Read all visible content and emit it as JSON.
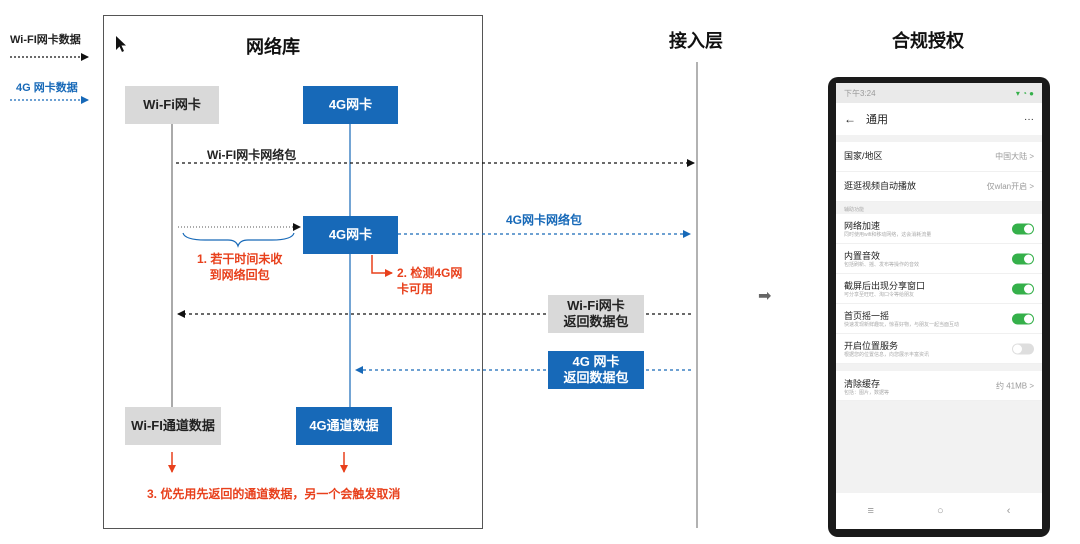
{
  "legend": {
    "wifi_label": "Wi-FI网卡数据",
    "g4_label": "4G 网卡数据",
    "wifi_color": "#111111",
    "g4_color": "#1769b8"
  },
  "titles": {
    "network_lib": "网络库",
    "access_layer": "接入层",
    "compliance": "合规授权"
  },
  "nodes": {
    "wifi_card": "Wi-Fi网卡",
    "g4_card_top": "4G网卡",
    "g4_card_mid": "4G网卡",
    "wifi_return": "Wi-Fi网卡\n返回数据包",
    "g4_return": "4G 网卡\n返回数据包",
    "wifi_channel": "Wi-FI通道数据",
    "g4_channel": "4G通道数据"
  },
  "flows": {
    "wifi_packet": "Wi-FI网卡网络包",
    "g4_packet": "4G网卡网络包"
  },
  "steps": {
    "step1": "1. 若干时间未收\n到网络回包",
    "step2": "2. 检测4G网\n卡可用",
    "step3": "3. 优先用先返回的通道数据，另一个会触发取消"
  },
  "arrow_glyph": "➡",
  "phone": {
    "status_time": "下午3:24",
    "status_icons": "▾ ◔ ●",
    "back_icon": "←",
    "title": "通用",
    "more_icon": "···",
    "section_label": "辅助功能",
    "rows_top": [
      {
        "label": "国家/地区",
        "value": "中国大陆 >"
      },
      {
        "label": "逛逛视频自动播放",
        "value": "仅wlan开启 >"
      }
    ],
    "rows_toggle": [
      {
        "label": "网络加速",
        "desc": "同时使用wifi和移动网络，这会消耗流量",
        "on": true,
        "highlight": true
      },
      {
        "label": "内置音效",
        "desc": "包括刷新、摇、发布等操作的音效",
        "on": true,
        "highlight": false
      },
      {
        "label": "截屏后出现分享窗口",
        "desc": "可分享至旺旺、淘口令等给朋友",
        "on": true,
        "highlight": false
      },
      {
        "label": "首页摇一摇",
        "desc": "快速发现新鲜趣玩，惊喜好物，与朋友一起当面互动",
        "on": true,
        "highlight": false
      },
      {
        "label": "开启位置服务",
        "desc": "根据您的位置信息，向您展示丰富资讯",
        "on": false,
        "highlight": false
      }
    ],
    "clear_cache": {
      "label": "清除缓存",
      "desc": "包括：图片，数据等",
      "value": "约 41MB >"
    },
    "nav": [
      "≡",
      "○",
      "‹"
    ],
    "highlight_color": "#e02020"
  }
}
